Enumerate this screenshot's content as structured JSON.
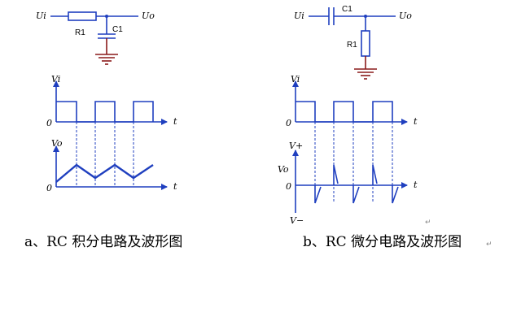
{
  "integrator": {
    "circuit": {
      "input_label": "Ui",
      "output_label": "Uo",
      "resistor_label": "R1",
      "capacitor_label": "C1"
    },
    "input_wave": {
      "y_label": "Vi",
      "x_label": "t",
      "origin_label": "0"
    },
    "output_wave": {
      "y_label": "Vo",
      "x_label": "t",
      "origin_label": "0"
    },
    "caption": "a、RC 积分电路及波形图"
  },
  "differentiator": {
    "circuit": {
      "input_label": "Ui",
      "output_label": "Uo",
      "capacitor_label": "C1",
      "resistor_label": "R1"
    },
    "input_wave": {
      "y_label": "Vi",
      "x_label": "t",
      "origin_label": "0"
    },
    "output_wave": {
      "y_label": "V+",
      "mid_label": "Vo",
      "neg_label": "V−",
      "x_label": "t",
      "origin_label": "0"
    },
    "caption": "b、RC 微分电路及波形图",
    "paragraph_mark": "↵",
    "stray_mark": "↵"
  },
  "colors": {
    "wire": "#1f3fbf",
    "ground": "#8a1a1a",
    "text": "#000000"
  }
}
